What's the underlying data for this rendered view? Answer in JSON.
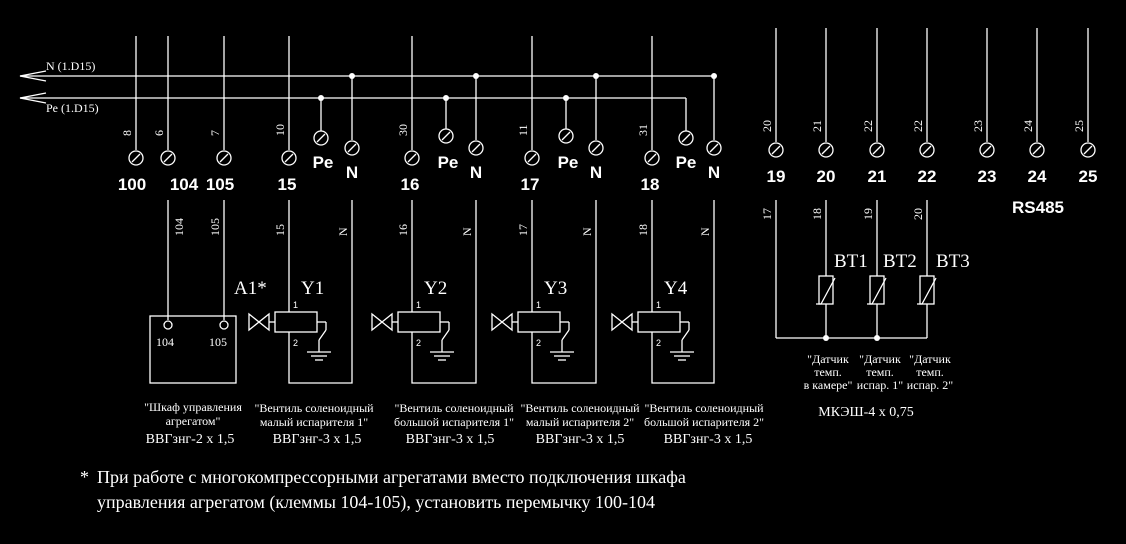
{
  "busses": {
    "n_label": "N (1.D15)",
    "pe_label": "Pe (1.D15)"
  },
  "left_terminals": [
    {
      "wire": "8",
      "num": "100"
    },
    {
      "wire": "6",
      "num": "104"
    },
    {
      "wire": "7",
      "num": "105"
    },
    {
      "wire": "10",
      "num": "15"
    },
    {
      "wire": "",
      "num": "Pe"
    },
    {
      "wire": "",
      "num": "N"
    },
    {
      "wire": "30",
      "num": "16"
    },
    {
      "wire": "",
      "num": "Pe"
    },
    {
      "wire": "",
      "num": "N"
    },
    {
      "wire": "11",
      "num": "17"
    },
    {
      "wire": "",
      "num": "Pe"
    },
    {
      "wire": "",
      "num": "N"
    },
    {
      "wire": "31",
      "num": "18"
    },
    {
      "wire": "",
      "num": "Pe"
    },
    {
      "wire": "",
      "num": "N"
    }
  ],
  "right_terminals": [
    {
      "wire": "20",
      "num": "19"
    },
    {
      "wire": "21",
      "num": "20"
    },
    {
      "wire": "22",
      "num": "21"
    },
    {
      "wire": "22",
      "num": "22"
    },
    {
      "wire": "23",
      "num": "23"
    },
    {
      "wire": "24",
      "num": "24"
    },
    {
      "wire": "25",
      "num": "25"
    }
  ],
  "rs485_label": "RS485",
  "cabinet": {
    "wires": [
      "104",
      "105"
    ],
    "terminals": [
      "104",
      "105"
    ],
    "label": "A1*",
    "desc": [
      "\"Шкаф управления",
      "агрегатом\""
    ],
    "cable": "ВВГзнг-2 х 1,5"
  },
  "valves": [
    {
      "label": "Y1",
      "wire_a": "15",
      "wire_b": "N",
      "pin1": "1",
      "pin2": "2",
      "desc": [
        "\"Вентиль соленоидный",
        "малый испарителя 1\""
      ],
      "cable": "ВВГзнг-3 х 1,5"
    },
    {
      "label": "Y2",
      "wire_a": "16",
      "wire_b": "N",
      "pin1": "1",
      "pin2": "2",
      "desc": [
        "\"Вентиль соленоидный",
        "большой испарителя 1\""
      ],
      "cable": "ВВГзнг-3 х 1,5"
    },
    {
      "label": "Y3",
      "wire_a": "17",
      "wire_b": "N",
      "pin1": "1",
      "pin2": "2",
      "desc": [
        "\"Вентиль соленоидный",
        "малый испарителя 2\""
      ],
      "cable": "ВВГзнг-3 х 1,5"
    },
    {
      "label": "Y4",
      "wire_a": "18",
      "wire_b": "N",
      "pin1": "1",
      "pin2": "2",
      "desc": [
        "\"Вентиль соленоидный",
        "большой испарителя 2\""
      ],
      "cable": "ВВГзнг-3 х 1,5"
    }
  ],
  "sensors": {
    "wires": [
      "17",
      "18",
      "19",
      "20"
    ],
    "items": [
      {
        "label": "BT1",
        "desc": [
          "\"Датчик",
          "темп.",
          "в камере\""
        ]
      },
      {
        "label": "BT2",
        "desc": [
          "\"Датчик",
          "темп.",
          "испар. 1\""
        ]
      },
      {
        "label": "BT3",
        "desc": [
          "\"Датчик",
          "темп.",
          "испар. 2\""
        ]
      }
    ],
    "cable": "МКЭШ-4 х 0,75"
  },
  "note": {
    "star": "*",
    "line1": "При работе с многокомпрессорными агрегатами вместо подключения шкафа",
    "line2": "управления агрегатом (клеммы 104-105), установить перемычку 100-104"
  }
}
